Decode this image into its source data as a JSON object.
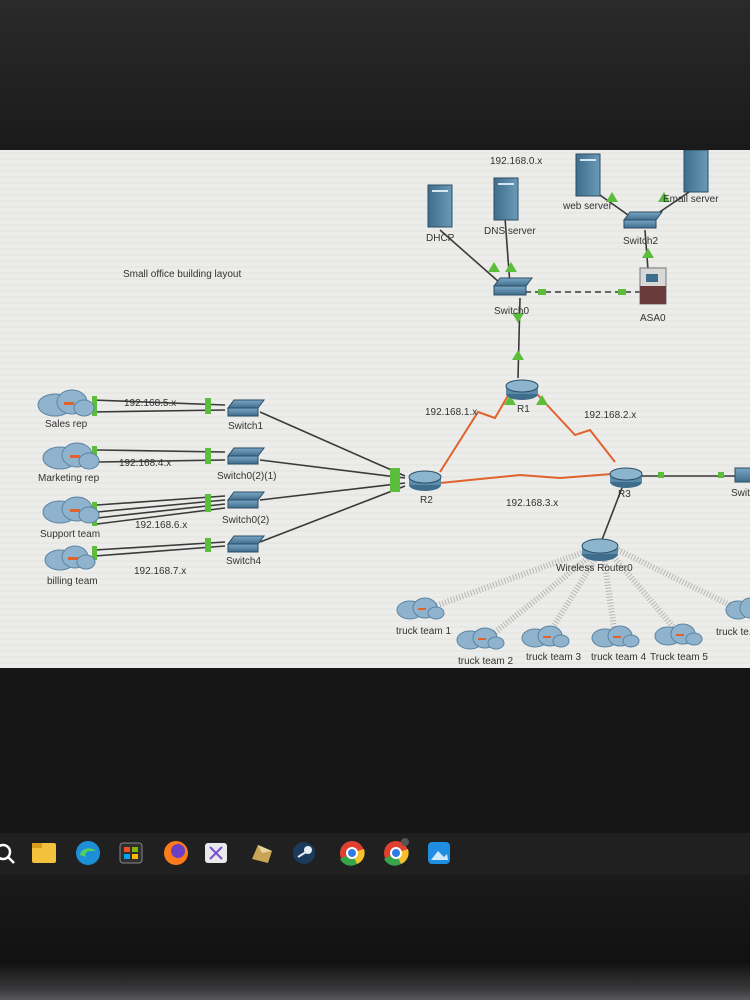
{
  "canvas": {
    "layout_title": "Small office building layout",
    "subnets": {
      "top": "192.168.0.x",
      "r1_r2": "192.168.1.x",
      "r1_r3": "192.168.2.x",
      "r2_r3": "192.168.3.x",
      "sales": "192.168.5.x",
      "marketing": "192.168.4.x",
      "support": "192.168.6.x",
      "billing": "192.168.7.x"
    },
    "devices": {
      "dhcp": "DHCP",
      "dns": "DNS server",
      "web": "web server",
      "email": "Email server",
      "switch2": "Switch2",
      "switch0": "Switch0",
      "asa": "ASA0",
      "r1": "R1",
      "r2": "R2",
      "r3": "R3",
      "switch1": "Switch1",
      "switch0_2_1": "Switch0(2)(1)",
      "switch0_2": "Switch0(2)",
      "switch4": "Switch4",
      "wireless_router": "Wireless Router0",
      "right_switch": "Swit"
    },
    "clouds": {
      "sales": "Sales rep",
      "marketing": "Marketing rep",
      "support": "Support team",
      "billing": "billing team",
      "truck1": "truck team 1",
      "truck2": "truck team 2",
      "truck3": "truck team 3",
      "truck4": "truck team 4",
      "truck5": "Truck team 5",
      "truck6": "truck te..."
    }
  },
  "taskbar": {
    "icons": [
      "search-icon",
      "file-explorer-icon",
      "edge-icon",
      "store-icon",
      "firefox-icon",
      "snipping-tool-icon",
      "app-icon",
      "steam-icon",
      "chrome-icon",
      "chrome-profile-icon",
      "photos-icon"
    ]
  },
  "colors": {
    "canvas_bg": "#ececea",
    "link_black": "#3a3a3a",
    "link_serial": "#e0622c",
    "port_green": "#5bbd3a",
    "device_blue": "#4f7fa0"
  }
}
